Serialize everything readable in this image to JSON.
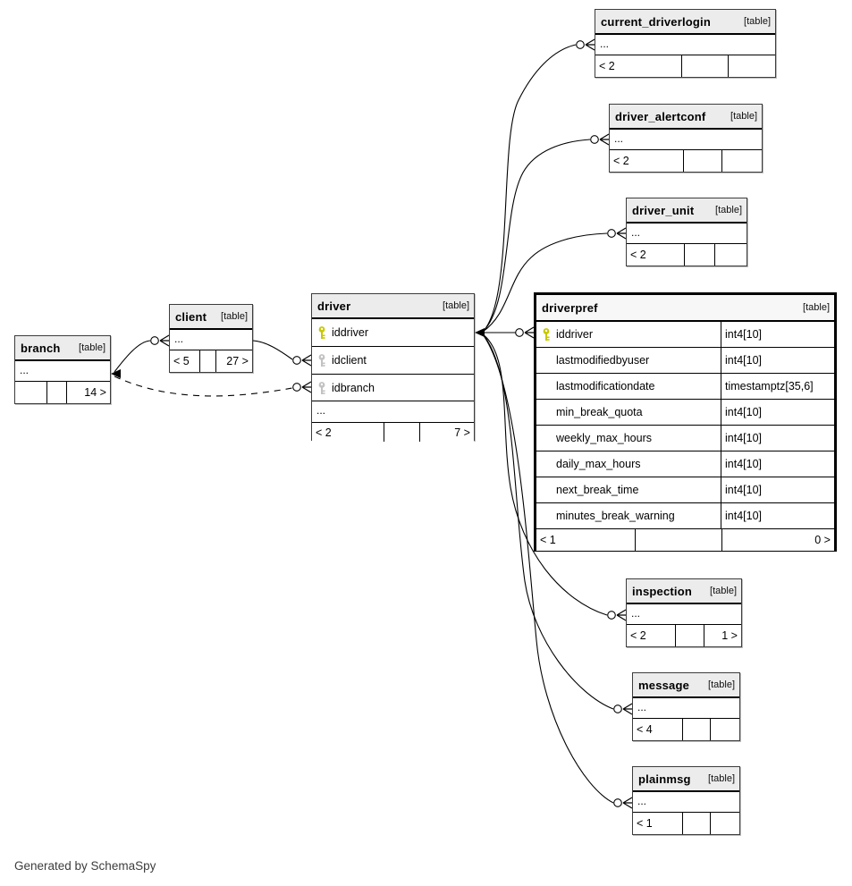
{
  "page": {
    "generated_note": "Generated by SchemaSpy"
  },
  "colors": {
    "primary_key": "#c8c800",
    "foreign_key": "#c2c2c2",
    "header_bg": "#ececec",
    "edge": "#000000"
  },
  "diagram": {
    "focus_table": "driverpref",
    "tables": {
      "current_driverlogin": {
        "name": "current_driverlogin",
        "tag": "[table]",
        "ellipsis": "...",
        "footer_left": "< 2",
        "footer_mid": "",
        "footer_right": ""
      },
      "driver_alertconf": {
        "name": "driver_alertconf",
        "tag": "[table]",
        "ellipsis": "...",
        "footer_left": "< 2",
        "footer_mid": "",
        "footer_right": ""
      },
      "driver_unit": {
        "name": "driver_unit",
        "tag": "[table]",
        "ellipsis": "...",
        "footer_left": "< 2",
        "footer_mid": "",
        "footer_right": ""
      },
      "inspection": {
        "name": "inspection",
        "tag": "[table]",
        "ellipsis": "...",
        "footer_left": "< 2",
        "footer_mid": "",
        "footer_right": "1 >"
      },
      "message": {
        "name": "message",
        "tag": "[table]",
        "ellipsis": "...",
        "footer_left": "< 4",
        "footer_mid": "",
        "footer_right": ""
      },
      "plainmsg": {
        "name": "plainmsg",
        "tag": "[table]",
        "ellipsis": "...",
        "footer_left": "< 1",
        "footer_mid": "",
        "footer_right": ""
      },
      "branch": {
        "name": "branch",
        "tag": "[table]",
        "ellipsis": "...",
        "footer_left": "",
        "footer_mid": "",
        "footer_right": "14 >"
      },
      "client": {
        "name": "client",
        "tag": "[table]",
        "ellipsis": "...",
        "footer_left": "< 5",
        "footer_mid": "",
        "footer_right": "27 >"
      },
      "driver": {
        "name": "driver",
        "tag": "[table]",
        "ellipsis": "...",
        "columns": [
          {
            "name": "iddriver",
            "key": "primary"
          },
          {
            "name": "idclient",
            "key": "foreign"
          },
          {
            "name": "idbranch",
            "key": "foreign"
          }
        ],
        "footer_left": "< 2",
        "footer_mid": "",
        "footer_right": "7 >"
      },
      "driverpref": {
        "name": "driverpref",
        "tag": "[table]",
        "columns": [
          {
            "name": "iddriver",
            "type": "int4[10]",
            "key": "primary"
          },
          {
            "name": "lastmodifiedbyuser",
            "type": "int4[10]",
            "key": ""
          },
          {
            "name": "lastmodificationdate",
            "type": "timestamptz[35,6]",
            "key": ""
          },
          {
            "name": "min_break_quota",
            "type": "int4[10]",
            "key": ""
          },
          {
            "name": "weekly_max_hours",
            "type": "int4[10]",
            "key": ""
          },
          {
            "name": "daily_max_hours",
            "type": "int4[10]",
            "key": ""
          },
          {
            "name": "next_break_time",
            "type": "int4[10]",
            "key": ""
          },
          {
            "name": "minutes_break_warning",
            "type": "int4[10]",
            "key": ""
          }
        ],
        "footer_left": "< 1",
        "footer_mid": "",
        "footer_right": "0 >"
      }
    },
    "relationships": [
      {
        "from": "driver.iddriver",
        "to": "current_driverlogin",
        "style": "solid"
      },
      {
        "from": "driver.iddriver",
        "to": "driver_alertconf",
        "style": "solid"
      },
      {
        "from": "driver.iddriver",
        "to": "driver_unit",
        "style": "solid"
      },
      {
        "from": "driver.iddriver",
        "to": "driverpref.iddriver",
        "style": "solid"
      },
      {
        "from": "driver.iddriver",
        "to": "inspection",
        "style": "solid"
      },
      {
        "from": "driver.iddriver",
        "to": "message",
        "style": "solid"
      },
      {
        "from": "driver.iddriver",
        "to": "plainmsg",
        "style": "solid"
      },
      {
        "from": "client",
        "to": "driver.idclient",
        "style": "solid"
      },
      {
        "from": "branch",
        "to": "client",
        "style": "solid"
      },
      {
        "from": "branch",
        "to": "driver.idbranch",
        "style": "dashed"
      }
    ]
  }
}
